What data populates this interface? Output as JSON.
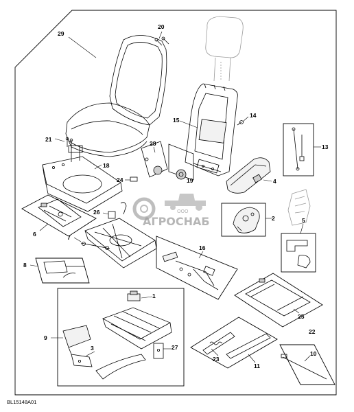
{
  "document_id": "BL15148A01",
  "watermark": {
    "top_text": "ООО",
    "main_text": "АГРОСНАБ"
  },
  "callouts": {
    "c1": "1",
    "c2": "2",
    "c3": "3",
    "c4": "4",
    "c5": "5",
    "c6": "6",
    "c7": "7",
    "c8": "8",
    "c9": "9",
    "c10": "10",
    "c11": "11",
    "c13": "13",
    "c14": "14",
    "c15": "15",
    "c16": "16",
    "c18": "18",
    "c19": "19",
    "c20": "20",
    "c21": "21",
    "c22": "22",
    "c23": "23",
    "c24": "24",
    "c25": "25",
    "c26": "26",
    "c27": "27",
    "c28": "28",
    "c29": "29"
  }
}
